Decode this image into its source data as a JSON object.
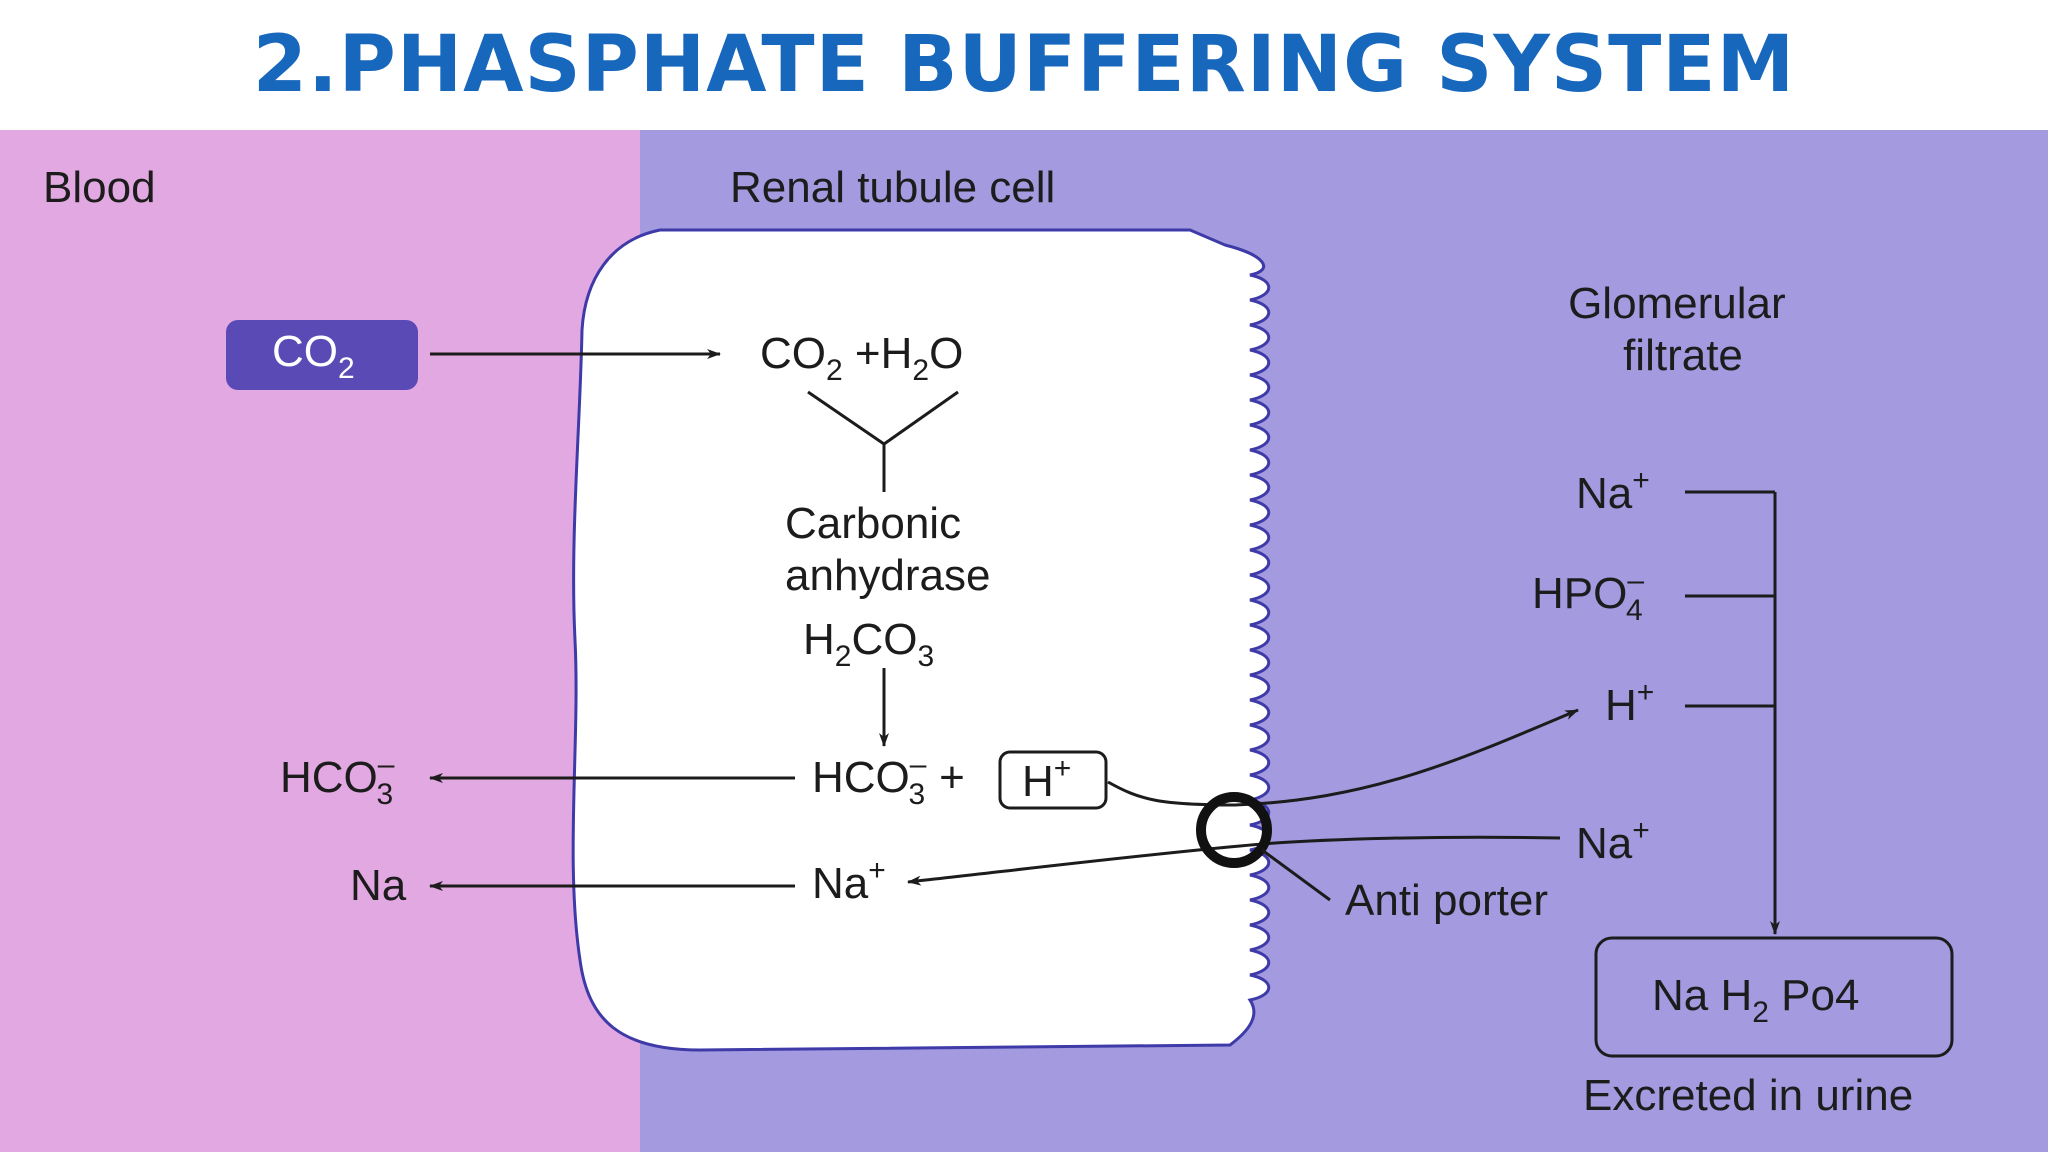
{
  "title": "2.PHASPHATE BUFFERING SYSTEM",
  "colors": {
    "title": "#1767bd",
    "blood_region": "#e2a8e1",
    "filtrate_region": "#a39adf",
    "cell": "#ffffff",
    "co2_box": "#5a4ab6"
  },
  "regions": {
    "blood": "Blood",
    "cell": "Renal tubule cell",
    "filtrate_line1": "Glomerular",
    "filtrate_line2": "filtrate"
  },
  "blood_side": {
    "co2_main": "CO",
    "co2_sub": "2",
    "hco3_main": "HCO",
    "hco3_charge": "–",
    "hco3_sub": "3",
    "na": "Na"
  },
  "cell_side": {
    "reactants": {
      "co2_main": "CO",
      "co2_sub": "2",
      "plus_h": " +H",
      "h2o_sub": "2",
      "o": "O"
    },
    "enzyme_line1": "Carbonic",
    "enzyme_line2": "anhydrase",
    "h2co3": {
      "h": "H",
      "sub1": "2",
      "co": "CO",
      "sub2": "3"
    },
    "hco3_main": "HCO",
    "hco3_charge": "–",
    "hco3_sub": "3",
    "plus": "+",
    "h_main": "H",
    "h_charge": "+",
    "na_main": "Na",
    "na_charge": "+"
  },
  "filtrate_side": {
    "na1_main": "Na",
    "na1_charge": "+",
    "hpo4_main": "HPO",
    "hpo4_charge": "–",
    "hpo4_sub": "4",
    "h_main": "H",
    "h_charge": "+",
    "na2_main": "Na",
    "na2_charge": "+",
    "antiporter": "Anti porter",
    "product_a": "Na H",
    "product_sub": "2",
    "product_b": " Po4",
    "excreted": "Excreted in urine"
  }
}
